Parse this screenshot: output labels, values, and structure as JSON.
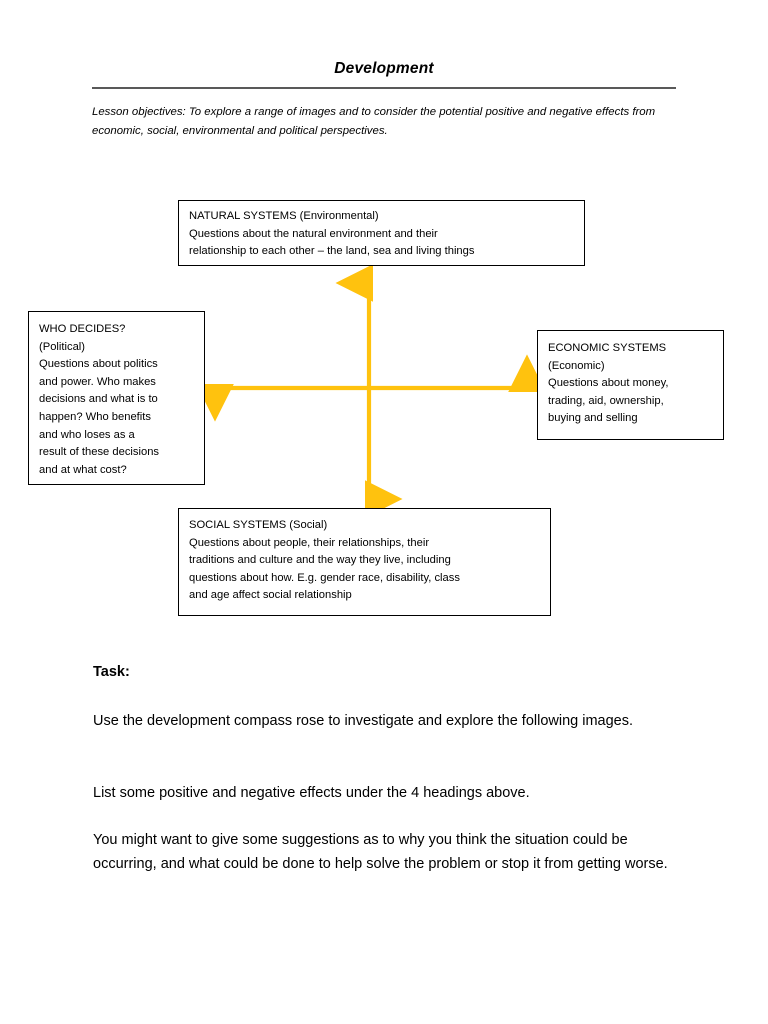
{
  "document": {
    "title": "Development",
    "objectives": "Lesson objectives: To explore a range of images and to consider the potential positive and negative effects from economic, social, environmental and political perspectives."
  },
  "colors": {
    "arrow": "#FFC20E",
    "rule": "#595959",
    "box_border": "#000000",
    "text": "#000000"
  },
  "compass": {
    "natural": {
      "heading": "NATURAL SYSTEMS (Environmental)",
      "line2": "Questions about the natural environment and their",
      "line3": "relationship to each other – the land, sea and living things"
    },
    "political": {
      "heading": "WHO DECIDES?",
      "subheading": "(Political)",
      "line3": "Questions about politics",
      "line4": "and power. Who makes",
      "line5": "decisions and what is to",
      "line6": "happen? Who benefits",
      "line7": "and who loses as a",
      "line8": "result of these decisions",
      "line9": "and at what cost?"
    },
    "economic": {
      "heading": "ECONOMIC SYSTEMS",
      "subheading": "(Economic)",
      "line3": "Questions about money,",
      "line4": "trading, aid, ownership,",
      "line5": "buying and selling"
    },
    "social": {
      "heading": "SOCIAL SYSTEMS (Social)",
      "line2": "Questions about people, their relationships, their",
      "line3": "traditions and culture and the way they live, including",
      "line4": "questions about how. E.g. gender race, disability, class",
      "line5": "and age affect social relationship"
    }
  },
  "task": {
    "heading": "Task:",
    "paragraph1": "Use the development compass rose to investigate and explore the following images.",
    "paragraph2": "List some positive and negative effects under the 4 headings above.",
    "paragraph3": "You might want to give some suggestions as to why you think the situation could be occurring, and what could be done to help solve the problem or stop it from getting worse."
  }
}
